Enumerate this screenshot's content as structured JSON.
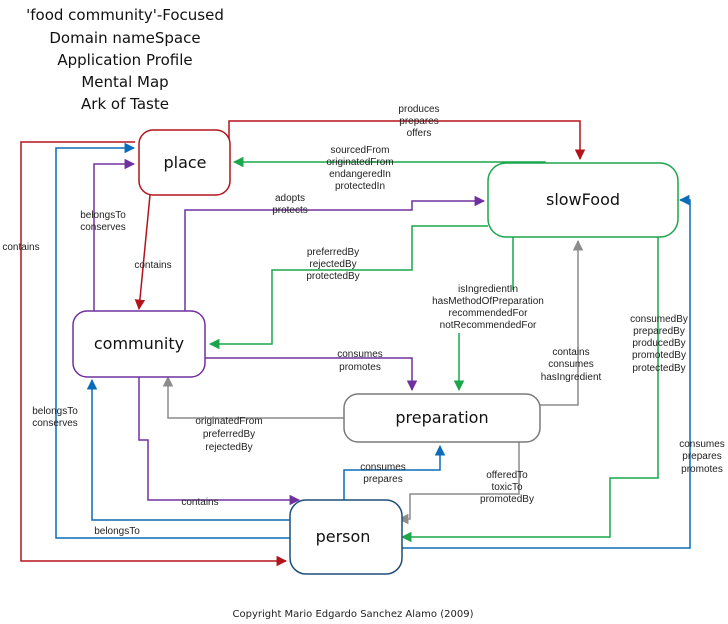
{
  "title": [
    "'food community'-Focused",
    "Domain nameSpace",
    "Application Profile",
    "Mental Map",
    "Ark of Taste"
  ],
  "nodes": {
    "place": "place",
    "slowfood": "slowFood",
    "community": "community",
    "preparation": "preparation",
    "person": "person"
  },
  "edges": {
    "produces": [
      "produces",
      "prepares",
      "offers"
    ],
    "sourced": [
      "sourcedFrom",
      "originatedFrom",
      "endangeredIn",
      "protectedIn"
    ],
    "adopts": [
      "adopts",
      "protects"
    ],
    "belongs_conserves": [
      "belongsTo",
      "conserves"
    ],
    "contains_place": [
      "contains"
    ],
    "preferred": [
      "preferredBy",
      "rejectedBy",
      "protectedBy"
    ],
    "is_ingredient": [
      "isIngredientIn",
      "hasMethodOfPreparation",
      "recommendedFor",
      "notRecommendedFor"
    ],
    "contains_outer": [
      "contains"
    ],
    "consumes_promotes": [
      "consumes",
      "promotes"
    ],
    "contains_consumes": [
      "contains",
      "consumes",
      "hasIngredient"
    ],
    "consumed_by": [
      "consumedBy",
      "preparedBy",
      "producedBy",
      "promotedBy",
      "protectedBy"
    ],
    "belongs_conserves_person": [
      "belongsTo",
      "conserves"
    ],
    "originated": [
      "originatedFrom",
      "preferredBy",
      "rejectedBy"
    ],
    "consumes_prepares_person": [
      "consumes",
      "prepares"
    ],
    "offered": [
      "offeredTo",
      "toxicTo",
      "promotedBy"
    ],
    "consumes_prepares_promotes": [
      "consumes",
      "prepares",
      "promotes"
    ],
    "contains_person": [
      "contains"
    ],
    "belongs_person": [
      "belongsTo"
    ]
  },
  "colors": {
    "red": "#b3141b",
    "green": "#1aa64a",
    "purple": "#7030a0",
    "blue": "#0b6cb8",
    "gray": "#8c8c8c"
  },
  "copyright": "Copyright Mario Edgardo Sanchez Alamo (2009)"
}
